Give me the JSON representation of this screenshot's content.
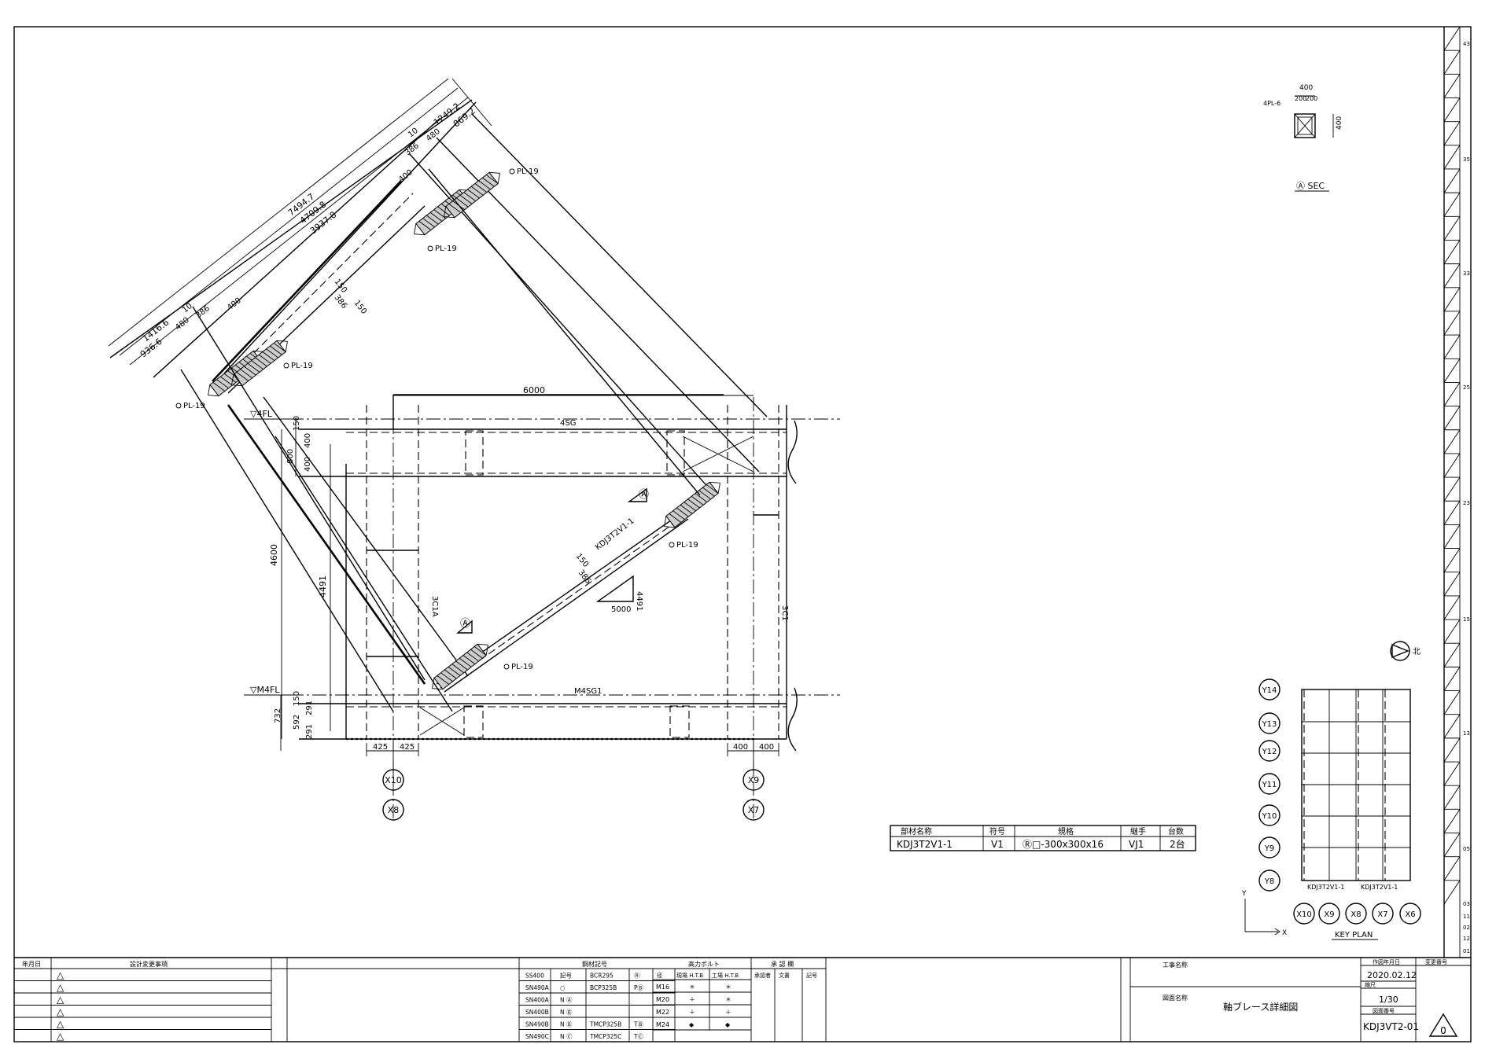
{
  "dims": {
    "d7494": "7494.7",
    "d4709": "4709.8",
    "d3937": "3937.8",
    "d1416": "1416.6",
    "d936": "936.6",
    "d1249": "1249.2",
    "d869": "869.2",
    "d10": "10",
    "d480": "480",
    "d386": "386",
    "d400": "400",
    "d150": "150",
    "d6000": "6000",
    "d4600": "4600",
    "d4491": "4491",
    "d800": "800",
    "d732": "732",
    "d592": "592",
    "d291": "291",
    "d425": "425",
    "d5000": "5000",
    "d5000b": "5000",
    "d4491b": "4491"
  },
  "labels": {
    "pl19": "PL-19",
    "level_4fl": "▽4FL",
    "level_m4fl": "▽M4FL",
    "beam_4sg": "4SG",
    "beam_m4sg1": "M4SG1",
    "col_3c1a": "3C1A",
    "col_3c1": "3C1",
    "mark_a": "Ⓐ",
    "mark_k": "Ⓐ",
    "member_tag": "KDJ3T2V1-1",
    "gusset_tag": "KDJ3T2V1-1",
    "grid_x10": "X10",
    "grid_x9": "X9",
    "grid_x8": "X8",
    "grid_x7": "X7",
    "grid_x6": "X6",
    "grid_y14": "Y14",
    "grid_y13": "Y13",
    "grid_y12": "Y12",
    "grid_y11": "Y11",
    "grid_y10": "Y10",
    "grid_y9": "Y9",
    "grid_y8": "Y8",
    "axis_x": "X",
    "axis_y": "Y",
    "key_plan": "KEY PLAN",
    "kp_tag1": "KDJ3T2V1-1",
    "kp_tag2": "KDJ3T2V1-1",
    "sec_title": "Ⓐ SEC",
    "sec_400": "400",
    "sec_200a": "200",
    "sec_200b": "200",
    "sec_400v": "400",
    "sec_pl": "4PL-6",
    "north": "北"
  },
  "member_table": {
    "headers": [
      "部材名称",
      "符号",
      "規格",
      "継手",
      "台数"
    ],
    "row": [
      "KDJ3T2V1-1",
      "V1",
      "Ⓡ□-300x300x16",
      "VJ1",
      "2台"
    ]
  },
  "right_border": {
    "nums": [
      "43",
      "35",
      "33",
      "25",
      "23",
      "15",
      "13",
      "05",
      "03",
      "11",
      "02",
      "12",
      "01"
    ]
  },
  "title_block": {
    "rev_headers": [
      "年月日",
      "設計変更事項"
    ],
    "rev_marks": [
      "△",
      "△",
      "△",
      "△",
      "△",
      "△"
    ],
    "steel_header": "鋼材記号",
    "steel": [
      [
        "SS400",
        "記号",
        "BCR295",
        "Ⓡ"
      ],
      [
        "SN490A",
        "○",
        "BCP325B",
        "PⒷ"
      ],
      [
        "SN400A",
        "N Ⓐ",
        "",
        ""
      ],
      [
        "SN400B",
        "N Ⓑ",
        "",
        ""
      ],
      [
        "SN490B",
        "N Ⓑ",
        "TMCP325B",
        "TⒷ"
      ],
      [
        "SN490C",
        "N Ⓒ",
        "TMCP325C",
        "TⒸ"
      ]
    ],
    "bolt_header": "高力ボルト",
    "bolt_sub": [
      "径",
      "現場 H.T.B",
      "工場 H.T.B"
    ],
    "bolts": [
      [
        "M16",
        "＊",
        "＊"
      ],
      [
        "M20",
        "＋",
        "＊"
      ],
      [
        "M22",
        "＋",
        "＋"
      ],
      [
        "M24",
        "◆",
        "◆"
      ]
    ],
    "approval_header": "承 認 欄",
    "approval_sub": [
      "承認者",
      "文書",
      "記号"
    ],
    "project_label": "工事名称",
    "drawing_label": "図面名称",
    "drawing_name": "軸ブレース詳細図",
    "date_label": "作図年月日",
    "date": "2020.02.12",
    "scale_label": "縮尺",
    "scale": "1/30",
    "number_label": "図面番号",
    "number": "KDJ3VT2-01",
    "rev_label": "変更番号",
    "rev": "0"
  }
}
